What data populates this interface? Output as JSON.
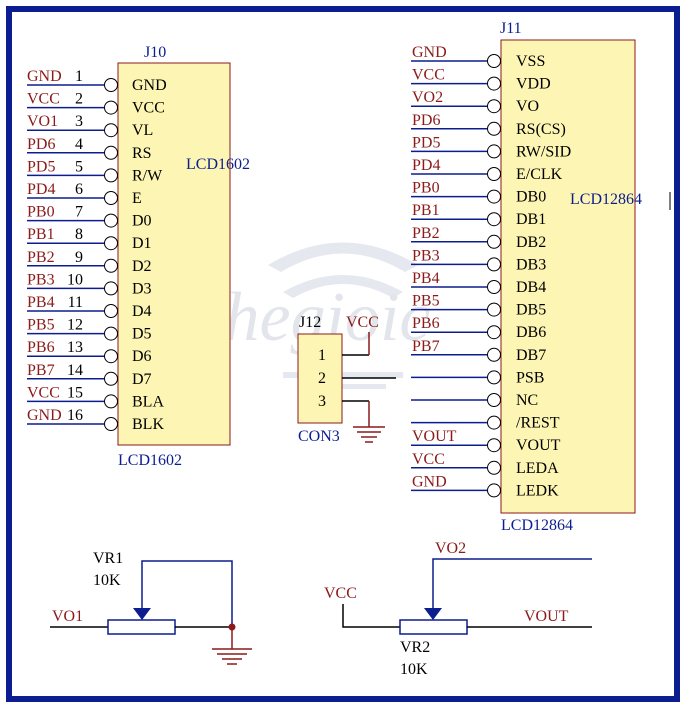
{
  "colors": {
    "border": "#0b1d8f",
    "wire": "#0b1d8f",
    "net_label": "#8b1a1a",
    "body_fill": "#fdf5b3",
    "body_stroke": "#8b1a1a",
    "pin_text": "#000000",
    "designator_text": "#0b1d8f",
    "ground": "#8b1a1a",
    "watermark": "#d9dbe6"
  },
  "watermark": {
    "text": "thegioic"
  },
  "j10": {
    "designator": "J10",
    "inside_label": "LCD1602",
    "bottom_label": "LCD1602",
    "pins": [
      {
        "num": "1",
        "name": "GND",
        "net": "GND"
      },
      {
        "num": "2",
        "name": "VCC",
        "net": "VCC"
      },
      {
        "num": "3",
        "name": "VL",
        "net": "VO1"
      },
      {
        "num": "4",
        "name": "RS",
        "net": "PD6"
      },
      {
        "num": "5",
        "name": "R/W",
        "net": "PD5"
      },
      {
        "num": "6",
        "name": "E",
        "net": "PD4"
      },
      {
        "num": "7",
        "name": "D0",
        "net": "PB0"
      },
      {
        "num": "8",
        "name": "D1",
        "net": "PB1"
      },
      {
        "num": "9",
        "name": "D2",
        "net": "PB2"
      },
      {
        "num": "10",
        "name": "D3",
        "net": "PB3"
      },
      {
        "num": "11",
        "name": "D4",
        "net": "PB4"
      },
      {
        "num": "12",
        "name": "D5",
        "net": "PB5"
      },
      {
        "num": "13",
        "name": "D6",
        "net": "PB6"
      },
      {
        "num": "14",
        "name": "D7",
        "net": "PB7"
      },
      {
        "num": "15",
        "name": "BLA",
        "net": "VCC"
      },
      {
        "num": "16",
        "name": "BLK",
        "net": "GND"
      }
    ]
  },
  "j11": {
    "designator": "J11",
    "inside_label": "LCD12864",
    "bottom_label": "LCD12864",
    "pins": [
      {
        "name": "VSS",
        "net": "GND"
      },
      {
        "name": "VDD",
        "net": "VCC"
      },
      {
        "name": "VO",
        "net": "VO2"
      },
      {
        "name": "RS(CS)",
        "net": "PD6"
      },
      {
        "name": "RW/SID",
        "net": "PD5"
      },
      {
        "name": "E/CLK",
        "net": "PD4"
      },
      {
        "name": "DB0",
        "net": "PB0"
      },
      {
        "name": "DB1",
        "net": "PB1"
      },
      {
        "name": "DB2",
        "net": "PB2"
      },
      {
        "name": "DB3",
        "net": "PB3"
      },
      {
        "name": "DB4",
        "net": "PB4"
      },
      {
        "name": "DB5",
        "net": "PB5"
      },
      {
        "name": "DB6",
        "net": "PB6"
      },
      {
        "name": "DB7",
        "net": "PB7"
      },
      {
        "name": "PSB",
        "net": ""
      },
      {
        "name": "NC",
        "net": ""
      },
      {
        "name": "/REST",
        "net": ""
      },
      {
        "name": "VOUT",
        "net": "VOUT"
      },
      {
        "name": "LEDA",
        "net": "VCC"
      },
      {
        "name": "LEDK",
        "net": "GND"
      }
    ]
  },
  "j12": {
    "designator": "J12",
    "bottom_label": "CON3",
    "net_top": "VCC",
    "pins": [
      "1",
      "2",
      "3"
    ]
  },
  "vr1": {
    "designator": "VR1",
    "value": "10K",
    "net_left": "VO1"
  },
  "vr2": {
    "designator": "VR2",
    "value": "10K",
    "net_left": "VCC",
    "net_wiper": "VO2",
    "net_right": "VOUT"
  }
}
